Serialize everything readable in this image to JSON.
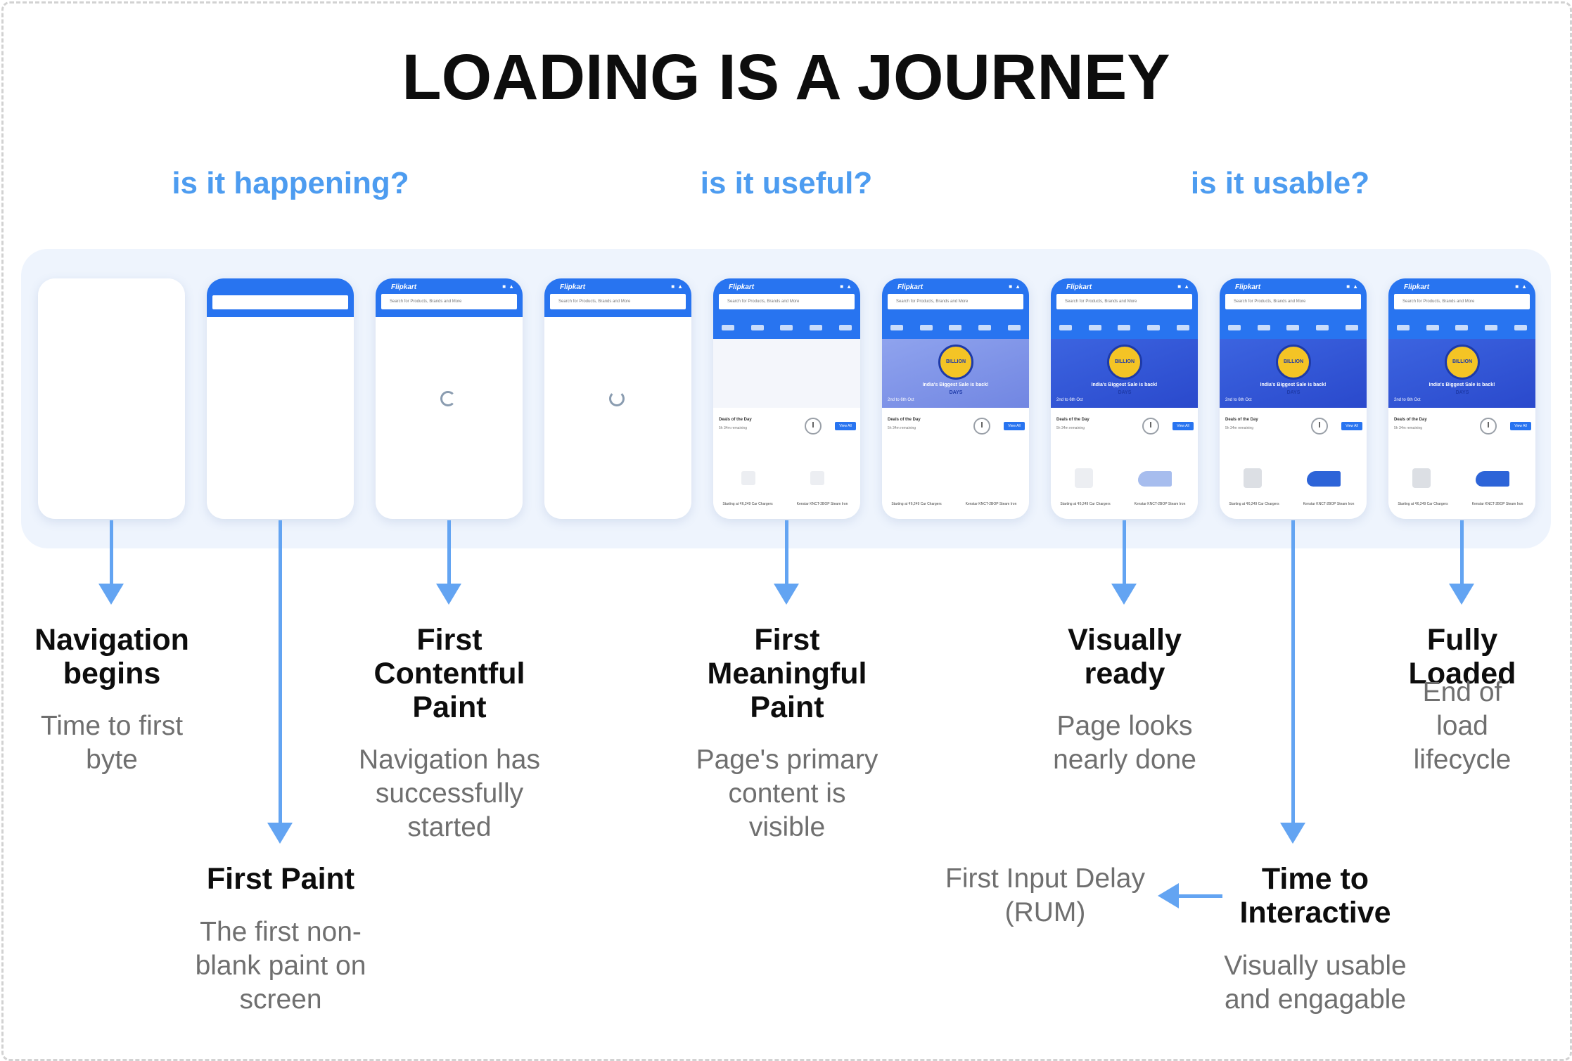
{
  "title": "LOADING IS A JOURNEY",
  "questions": [
    "is it happening?",
    "is it useful?",
    "is it usable?"
  ],
  "colors": {
    "accent": "#4d9cf0",
    "arrow": "#63a4f2",
    "strip": "#eef4fd",
    "header_blue": "#2874f0"
  },
  "phone": {
    "logo": "Flipkart",
    "search_placeholder": "Search for Products, Brands and More",
    "banner_badge": "BILLION DAYS",
    "banner_text": "India's Biggest Sale is back!",
    "banner_date": "2nd to 6th Oct",
    "deals_title": "Deals of the Day",
    "deals_sub": "5h 34m remaining",
    "view_all": "View All",
    "product_left": "Starting at ₹6,249 Car Chargers",
    "product_right": "Kenstar KNCT-2BOP Steam Iron"
  },
  "milestones": {
    "navigation_begins": {
      "name": "Navigation\nbegins",
      "desc": "Time to first\nbyte"
    },
    "first_paint": {
      "name": "First Paint",
      "desc": "The first non-\nblank paint on\nscreen"
    },
    "first_contentful_paint": {
      "name": "First\nContentful\nPaint",
      "desc": "Navigation has\nsuccessfully\nstarted"
    },
    "first_meaningful_paint": {
      "name": "First\nMeaningful\nPaint",
      "desc": "Page's primary\ncontent is\nvisible"
    },
    "visually_ready": {
      "name": "Visually\nready",
      "desc": "Page looks\nnearly done"
    },
    "time_to_interactive": {
      "name": "Time to\nInteractive",
      "desc": "Visually usable\nand engagable"
    },
    "fully_loaded": {
      "name": "Fully Loaded",
      "desc": "End of load\nlifecycle"
    },
    "first_input_delay": {
      "desc": "First Input Delay\n(RUM)"
    }
  }
}
